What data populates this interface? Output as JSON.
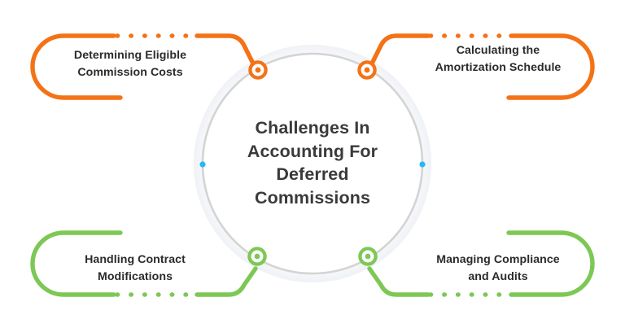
{
  "title": "Challenges In Accounting For Deferred Commissions",
  "center": {
    "heading": "Challenges In\nAccounting For\nDeferred\nCommissions"
  },
  "branches": [
    {
      "id": "determining-eligible-commission-costs",
      "position": "top-left",
      "label": "Determining Eligible\nCommission Costs",
      "color": "#F47216",
      "node": "connector-node-top-left"
    },
    {
      "id": "calculating-the-amortization-schedule",
      "position": "top-right",
      "label": "Calculating the\nAmortization Schedule",
      "color": "#F47216",
      "node": "connector-node-top-right"
    },
    {
      "id": "handling-contract-modifications",
      "position": "bottom-left",
      "label": "Handling Contract\nModifications",
      "color": "#7DC855",
      "node": "connector-node-bottom-left"
    },
    {
      "id": "managing-compliance-and-audits",
      "position": "bottom-right",
      "label": "Managing Compliance\nand Audits",
      "color": "#7DC855",
      "node": "connector-node-bottom-right"
    }
  ],
  "colors": {
    "orange": "#F47216",
    "green": "#7DC855",
    "ring": "#D4D4D4",
    "accent_dot": "#29B6F6",
    "text_dark": "#2b2b2b",
    "center_text": "#3a3a3a",
    "background": "#ffffff"
  },
  "decorations": {
    "center_ring_label": "center-circle-ring",
    "side_dot_left": "accent-dot-left",
    "side_dot_right": "accent-dot-right"
  }
}
